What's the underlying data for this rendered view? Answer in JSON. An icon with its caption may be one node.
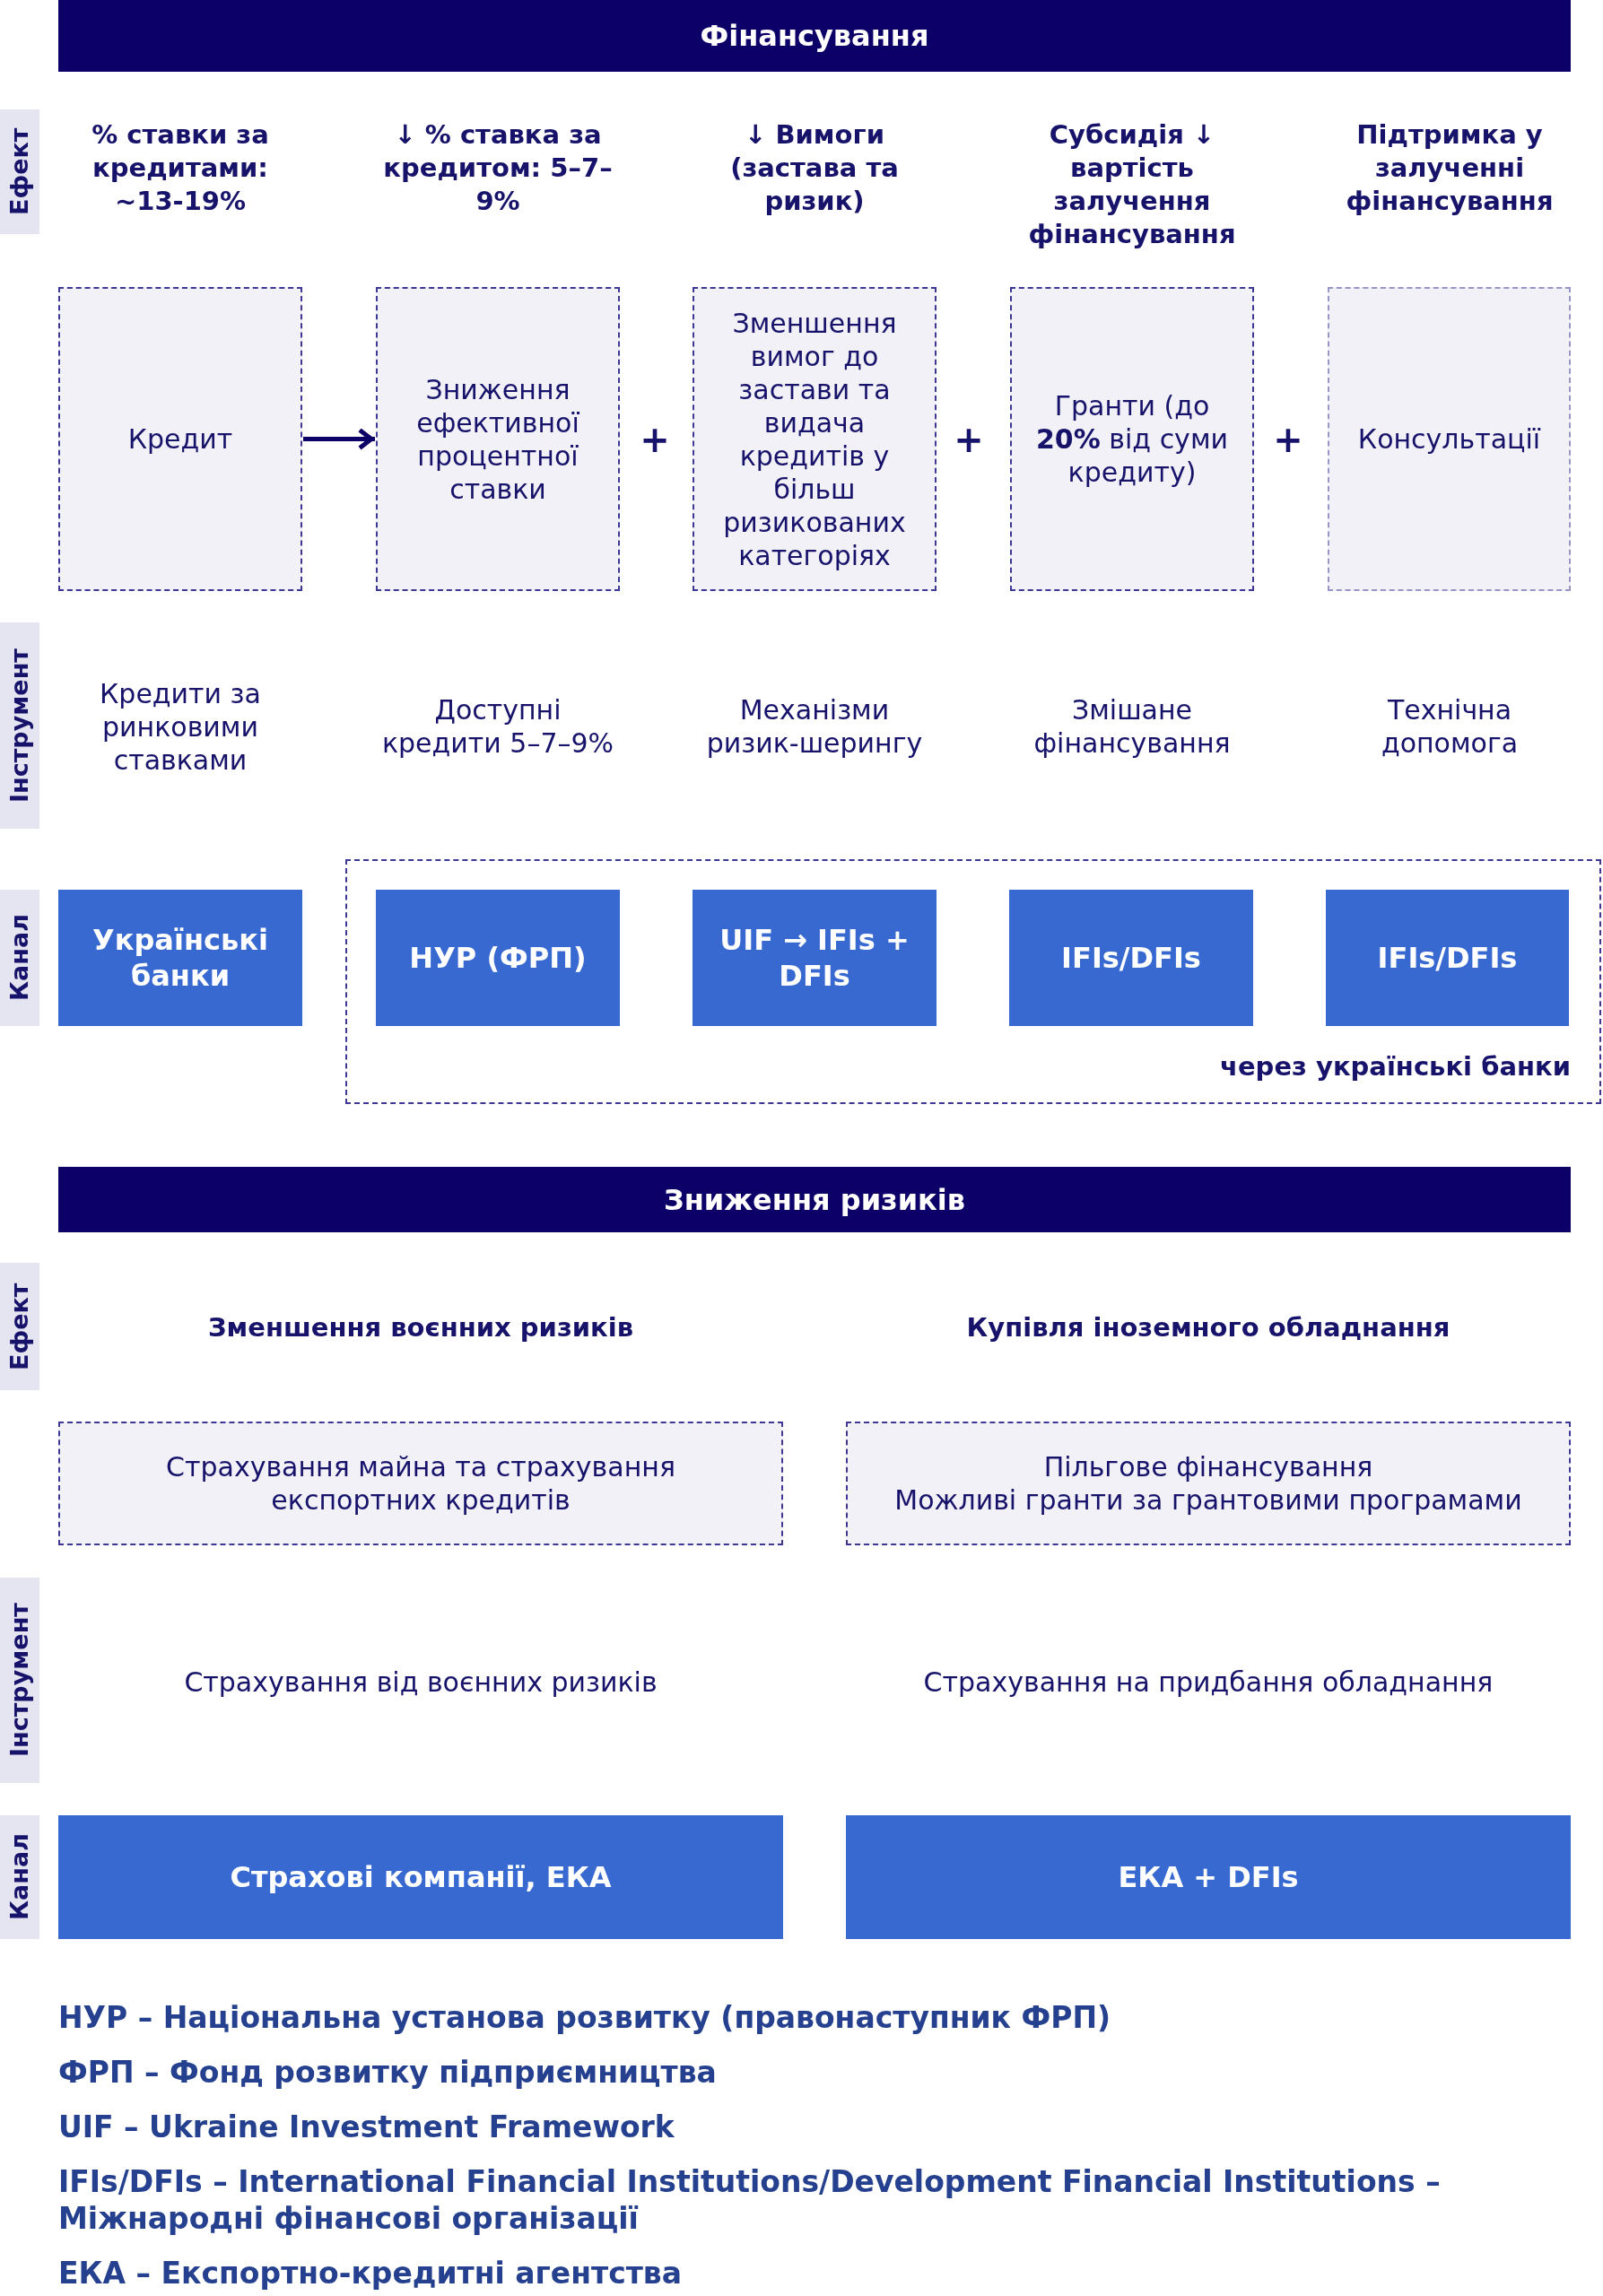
{
  "diagram": {
    "nodes": [
      {
        "text": [
          "Фінансування"
        ]
      },
      {
        "text": [
          "Ефект"
        ]
      },
      {
        "text": [
          "Кредит"
        ]
      },
      {
        "text": [
          "Зниження ефективної процентної ставки"
        ]
      },
      {
        "text": [
          "Зменшення вимог до застави та видача кредитів у більш ризикованих категоріях"
        ]
      },
      {
        "text": [
          "Гранти (до **20%** від суми кредиту)"
        ]
      },
      {
        "text": [
          "Консультації"
        ]
      },
      {
        "text": [
          "Інструмент"
        ]
      },
      {
        "text": [
          "Канал"
        ]
      },
      {
        "text": [
          "Українські банки"
        ]
      },
      {
        "text": [
          "через українські банки"
        ]
      },
      {
        "text": [
          "НУР (ФРП)"
        ],
        "in": 10
      },
      {
        "text": [
          "UIF → IFIs + DFIs"
        ],
        "in": 10
      },
      {
        "text": [
          "IFIs/DFIs"
        ],
        "in": 10
      },
      {
        "text": [
          "IFIs/DFIs"
        ],
        "in": 10
      },
      {
        "text": [
          "Зниження ризиків"
        ]
      },
      {
        "text": [
          "Ефект"
        ]
      },
      {
        "text": [
          "Страхування майна та страхування експортних кредитів"
        ]
      },
      {
        "text": [
          "Пільгове фінансування",
          "Можливі гранти за грантовими програмами"
        ]
      },
      {
        "text": [
          "Інструмент"
        ]
      },
      {
        "text": [
          "Канал"
        ]
      },
      {
        "text": [
          "Страхові компанії, ЕКА"
        ]
      },
      {
        "text": [
          "ЕКА + DFIs"
        ]
      }
    ],
    "edges": [
      {
        "from": 2,
        "to": 3,
        "arrow": "to"
      }
    ],
    "labels": [
      "% ставки за кредитами: ~13-19%",
      "↓ % ставка за кредитом: 5–7–9%",
      "↓ Вимоги (застава та ризик)",
      "Субсидія ↓ вартість залучення фінансування",
      "Підтримка у залученні фінансування",
      "+",
      "+",
      "+",
      "Кредити за ринковими ставками",
      "Доступні кредити 5–7–9%",
      "Механізми ризик-шерингу",
      "Змішане фінансування",
      "Технічна допомога",
      "Зменшення воєнних ризиків",
      "Купівля іноземного обладнання",
      "Страхування від воєнних ризиків",
      "Страхування на придбання обладнання",
      "НУР – Національна установа розвитку (правонаступник ФРП)",
      "ФРП – Фонд розвитку підприємництва",
      "UIF – Ukraine Investment Framework",
      "IFIs/DFIs – International Financial Institutions/Development Financial Institutions – Міжнародні фінансові організації",
      "ЕКА – Експортно-кредитні агентства"
    ]
  }
}
